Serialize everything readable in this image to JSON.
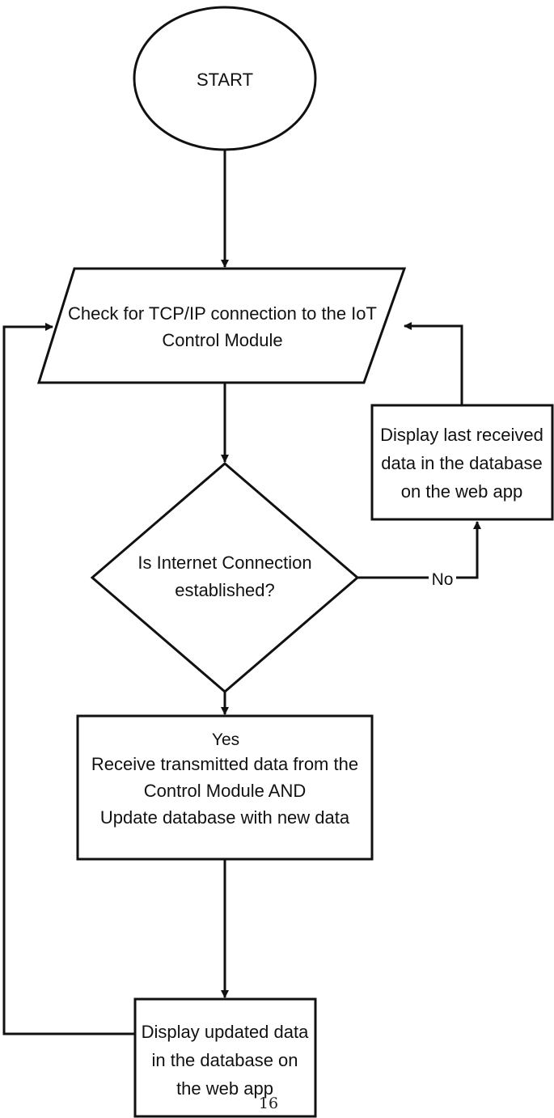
{
  "flowchart": {
    "start": {
      "label": "START"
    },
    "check_connection": {
      "lines": [
        "Check for TCP/IP connection to the IoT",
        "Control Module"
      ]
    },
    "decision": {
      "lines": [
        "Is Internet Connection",
        "established?"
      ]
    },
    "display_last": {
      "lines": [
        "Display last received",
        "data in the database",
        "on the web app"
      ]
    },
    "receive_update": {
      "lines": [
        "Receive transmitted data from the",
        "Control Module AND",
        "Update database with new data"
      ]
    },
    "display_updated": {
      "lines": [
        "Display updated data",
        "in the database on",
        "the web app"
      ]
    },
    "edges": {
      "no_label": "No",
      "yes_label": "Yes"
    }
  },
  "page_number": "16"
}
